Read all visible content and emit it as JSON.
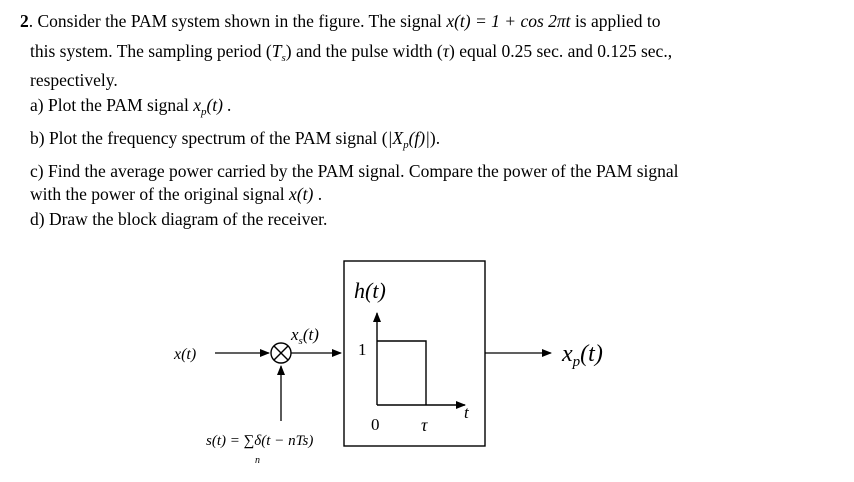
{
  "question": {
    "number": "2",
    "stem": {
      "part1": ". Consider the PAM system shown in the figure. The signal ",
      "signal_expr": "x(t) = 1 + cos 2πt",
      "part2": " is applied to",
      "line2_a": "this system. The sampling period (",
      "Ts": "T",
      "Ts_sub": "s",
      "line2_b": ") and the pulse width (",
      "tau": "τ",
      "line2_c": ") equal 0.25 sec. and 0.125 sec.,",
      "line3": "respectively."
    },
    "parts": {
      "a_text": "a) Plot the PAM signal ",
      "a_sym": "x",
      "a_sub": "p",
      "a_arg": "(t) .",
      "b_text": "b) Plot the frequency spectrum of the PAM signal (",
      "b_sym": "|X",
      "b_sub": "p",
      "b_arg": "(f)|",
      "b_end": ").",
      "c_line1": "c) Find the average power carried by the PAM signal. Compare the power of the PAM signal",
      "c_line2_a": "with the power of the original signal ",
      "c_line2_sym": "x(t)",
      "c_line2_b": " .",
      "d_text": "d) Draw the block diagram of the receiver."
    }
  },
  "figure": {
    "input_label": "x(t)",
    "multiplier_symbol": "⊗",
    "sampled_label": "x",
    "sampled_sub": "s",
    "sampled_arg": "(t)",
    "filter_label": "h(t)",
    "pulse_height": "1",
    "pulse_origin": "0",
    "pulse_width": "τ",
    "time_axis": "t",
    "sampling_label": "s(t) = ∑δ(t − nTs)",
    "sum_index": "n",
    "output_label": "x",
    "output_sub": "p",
    "output_arg": "(t)"
  }
}
